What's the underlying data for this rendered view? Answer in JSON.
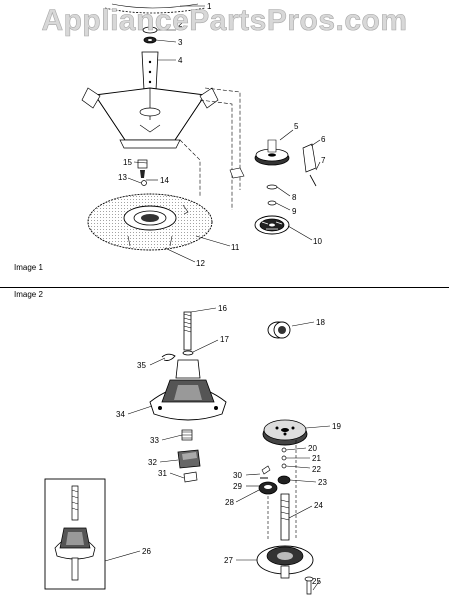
{
  "watermark": "AppliancePartsPros.com",
  "sections": {
    "image1_label": "Image 1",
    "image2_label": "Image 2"
  },
  "callouts": [
    "1",
    "2",
    "3",
    "4",
    "5",
    "6",
    "7",
    "8",
    "9",
    "10",
    "11",
    "12",
    "13",
    "14",
    "15",
    "16",
    "17",
    "18",
    "19",
    "20",
    "21",
    "22",
    "23",
    "24",
    "25",
    "26",
    "27",
    "28",
    "29",
    "30",
    "31",
    "32",
    "33",
    "34",
    "35"
  ]
}
